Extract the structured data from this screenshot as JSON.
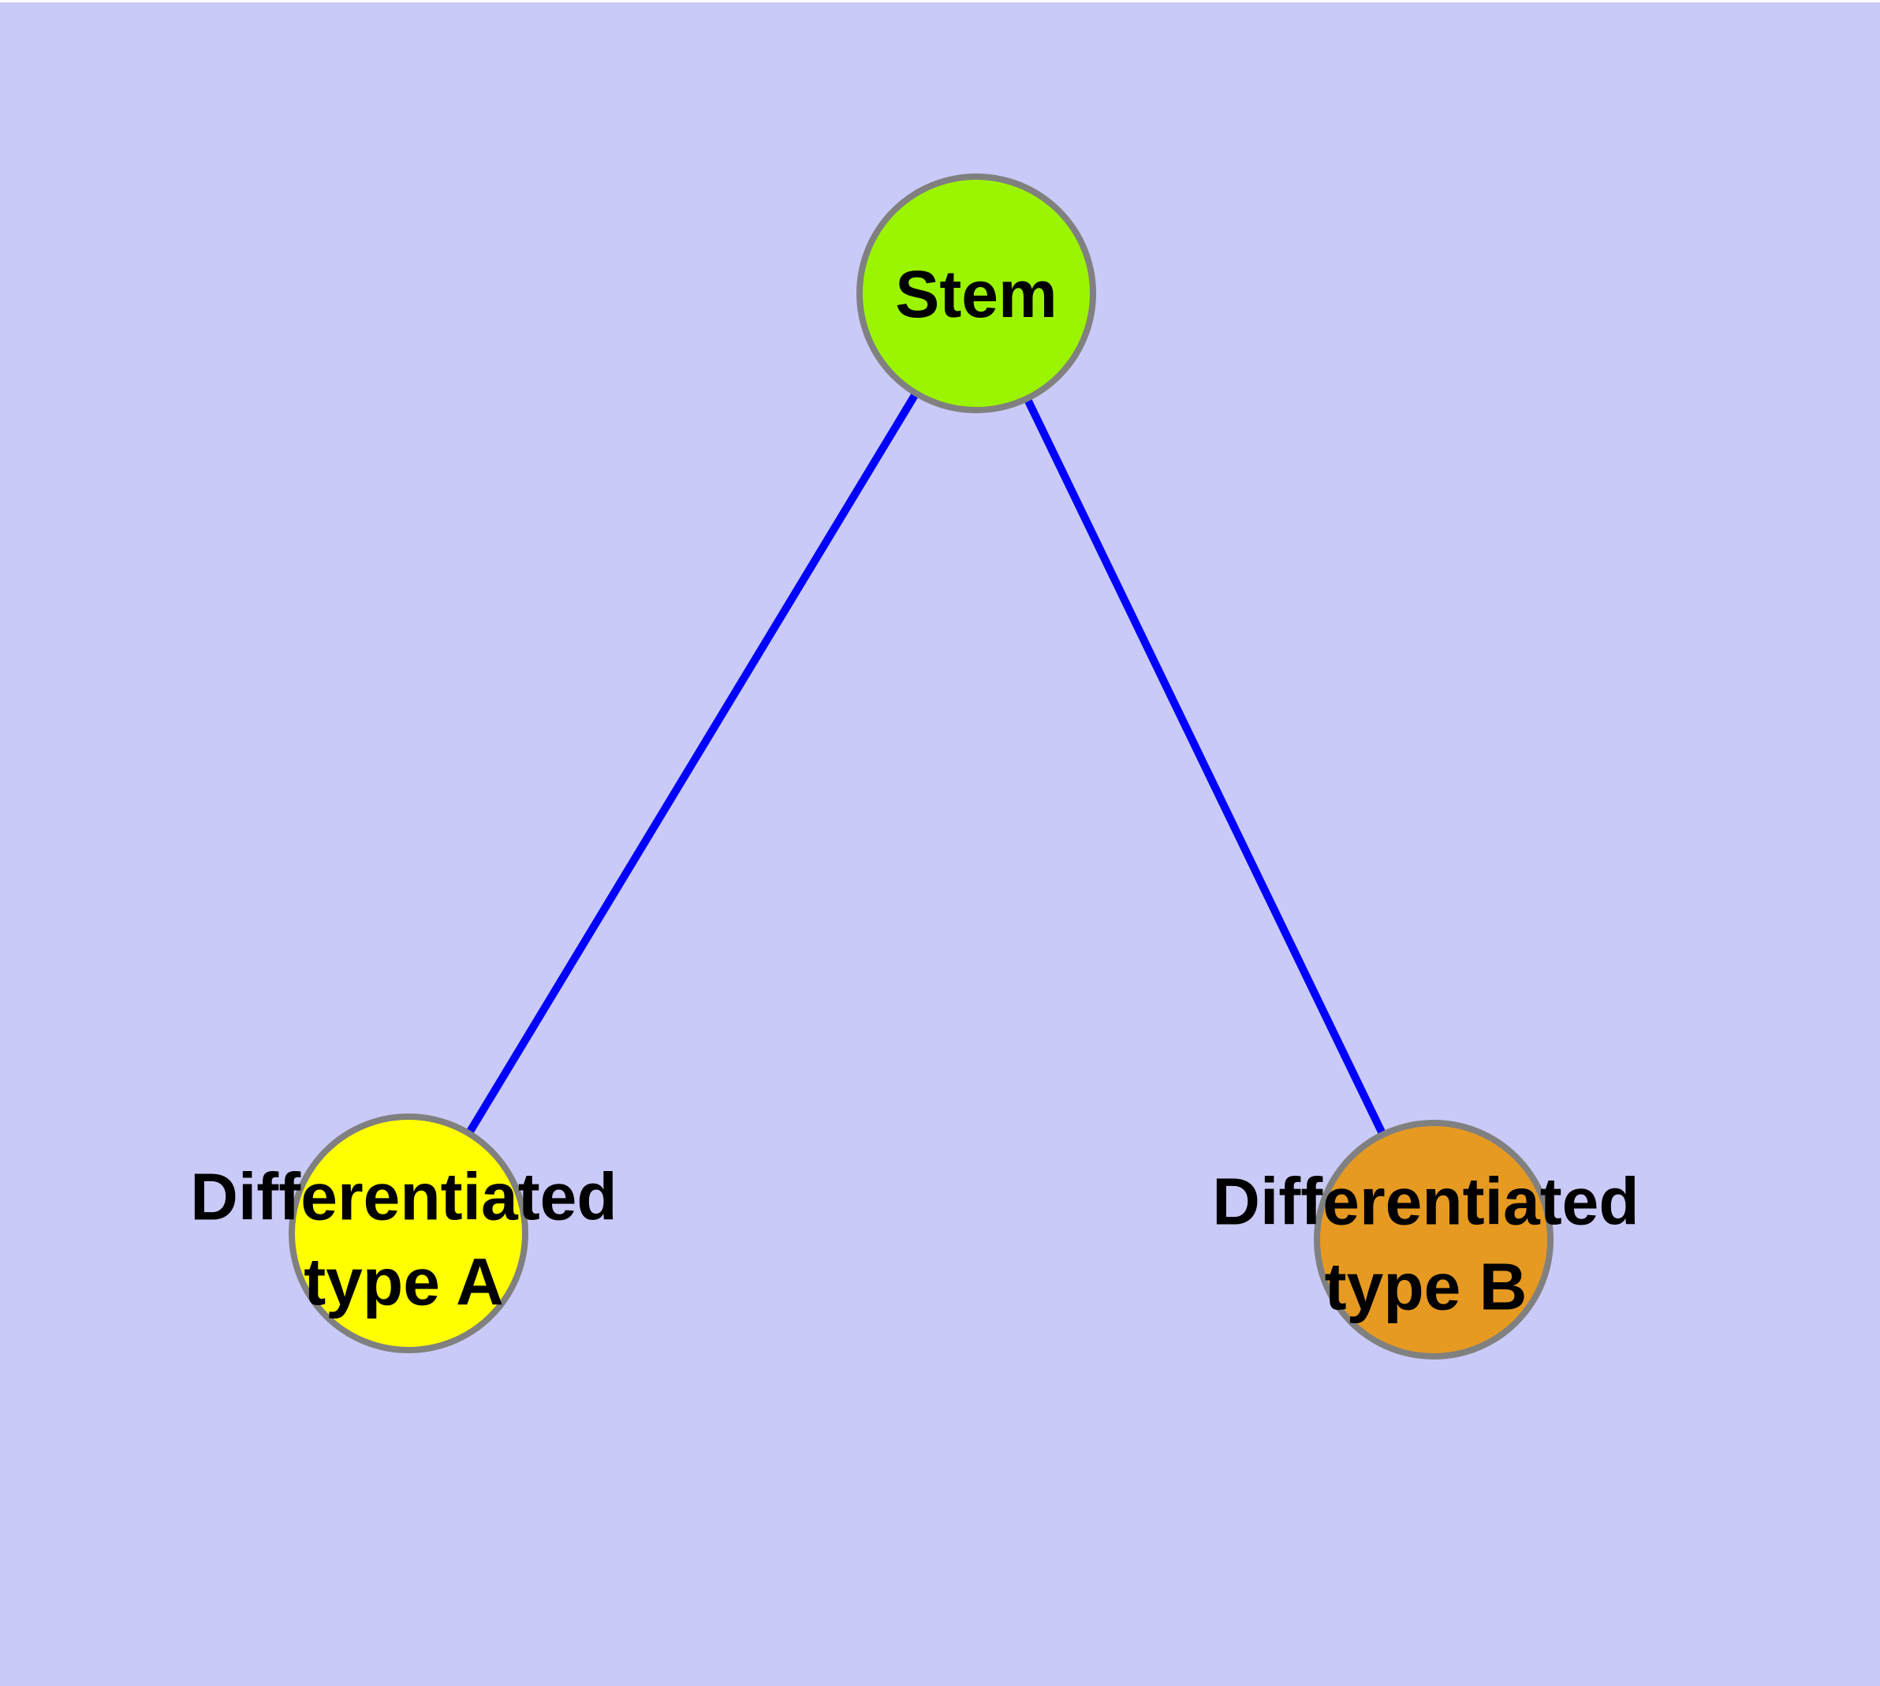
{
  "colors": {
    "background": "#CACAF8",
    "top_strip": "#FFFFFF",
    "edge": "#0000FF",
    "node_border": "#808080",
    "label_text": "#000000",
    "stem_fill": "#9BF500",
    "type_a_fill": "#FFFF00",
    "type_b_fill": "#E69A22"
  },
  "nodes": {
    "stem": {
      "label": "Stem",
      "fill": "#9BF500"
    },
    "type_a": {
      "label_line1": "Differentiated",
      "label_line2": "type A",
      "fill": "#FFFF00"
    },
    "type_b": {
      "label_line1": "Differentiated",
      "label_line2": "type B",
      "fill": "#E69A22"
    }
  },
  "edges": [
    {
      "from": "Stem",
      "to": "Differentiated type A"
    },
    {
      "from": "Stem",
      "to": "Differentiated type B"
    }
  ]
}
